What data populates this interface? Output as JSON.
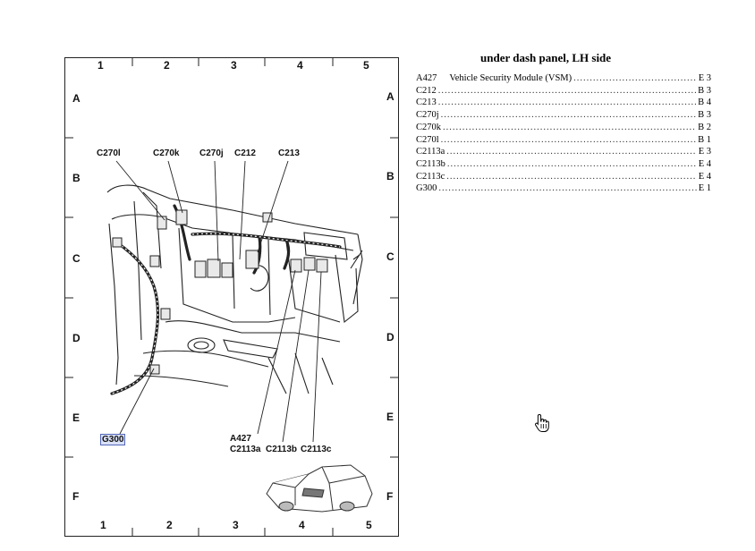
{
  "grid": {
    "columns": [
      "1",
      "2",
      "3",
      "4",
      "5"
    ],
    "rows": [
      "A",
      "B",
      "C",
      "D",
      "E",
      "F"
    ]
  },
  "callouts": {
    "c270l": "C270l",
    "c270k": "C270k",
    "c270j": "C270j",
    "c212": "C212",
    "c213": "C213",
    "a427": "A427",
    "c2113a": "C2113a",
    "c2113b": "C2113b",
    "c2113c": "C2113c",
    "g300": "G300"
  },
  "index": {
    "title": "under dash panel, LH side",
    "entries": [
      {
        "code": "A427",
        "description": "Vehicle Security Module (VSM)",
        "location": "E 3"
      },
      {
        "code": "C212",
        "description": "",
        "location": "B 3"
      },
      {
        "code": "C213",
        "description": "",
        "location": "B 4"
      },
      {
        "code": "C270j",
        "description": "",
        "location": "B 3"
      },
      {
        "code": "C270k",
        "description": "",
        "location": "B 2"
      },
      {
        "code": "C270l",
        "description": "",
        "location": "B 1"
      },
      {
        "code": "C2113a",
        "description": "",
        "location": "E 3"
      },
      {
        "code": "C2113b",
        "description": "",
        "location": "E 4"
      },
      {
        "code": "C2113c",
        "description": "",
        "location": "E 4"
      },
      {
        "code": "G300",
        "description": "",
        "location": "E 1"
      }
    ]
  },
  "icons": {
    "cursor": "hand-pointer-icon",
    "vehicle": "pickup-truck-icon"
  }
}
